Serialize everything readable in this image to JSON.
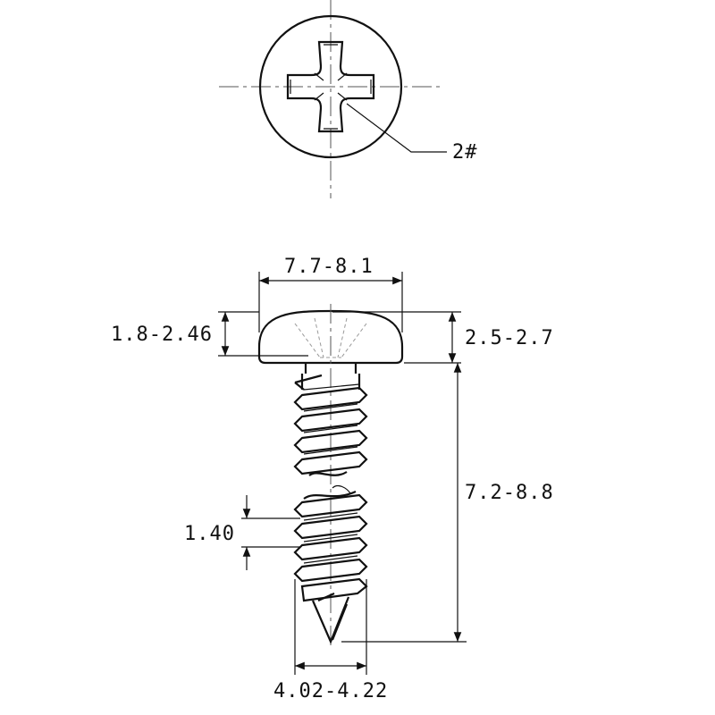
{
  "top_view": {
    "drive_label": "2#"
  },
  "dimensions": {
    "head_diameter": "7.7-8.1",
    "head_height": "1.8-2.46",
    "head_height_total": "2.5-2.7",
    "length": "7.2-8.8",
    "pitch": "1.40",
    "thread_diameter": "4.02-4.22"
  },
  "colors": {
    "line": "#111111",
    "centerline": "#555555",
    "background": "#ffffff"
  }
}
